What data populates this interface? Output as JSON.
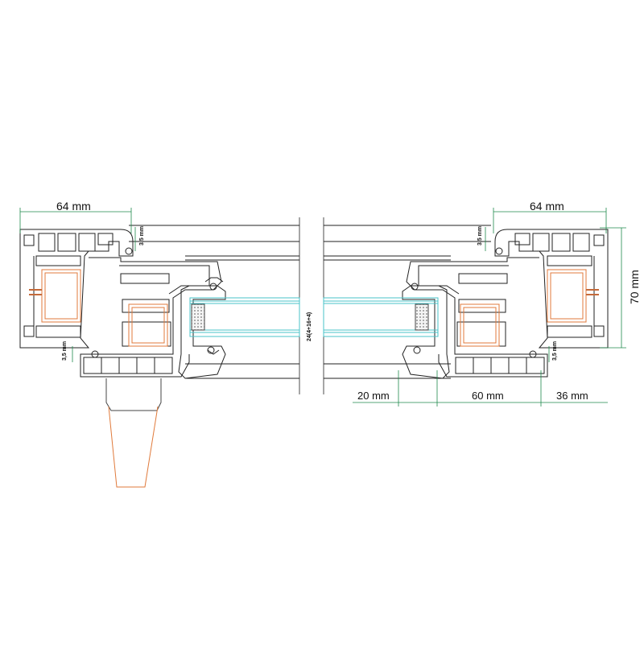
{
  "dimensions": {
    "frame_depth_left": "64 mm",
    "frame_depth_right": "64 mm",
    "profile_height": "70 mm",
    "gap_left": "3,5 mm",
    "gap_left_lower": "3,5 mm",
    "gap_right": "3,5 mm",
    "gap_right_lower": "3,5 mm",
    "glazing_bead": "20 mm",
    "sash_width": "60 mm",
    "overlap": "36 mm",
    "glass_unit": "24(4+16+4)"
  },
  "colors": {
    "profile": "#222222",
    "dimension": "#1f8a4c",
    "glass": "#49c3c8",
    "steel": "#e07a3b"
  }
}
